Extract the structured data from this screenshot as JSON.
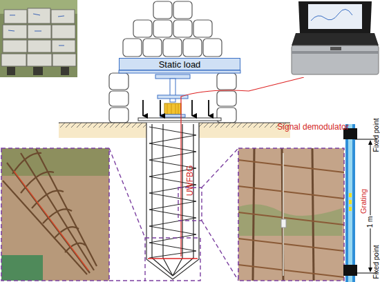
{
  "diagram": {
    "nodes": [
      {
        "text": [
          "Static load"
        ]
      }
    ],
    "labels": [
      "Signal demodulator",
      "UWFBG",
      "Fixed point",
      "Grating",
      "1 m",
      "Fixed point"
    ]
  }
}
